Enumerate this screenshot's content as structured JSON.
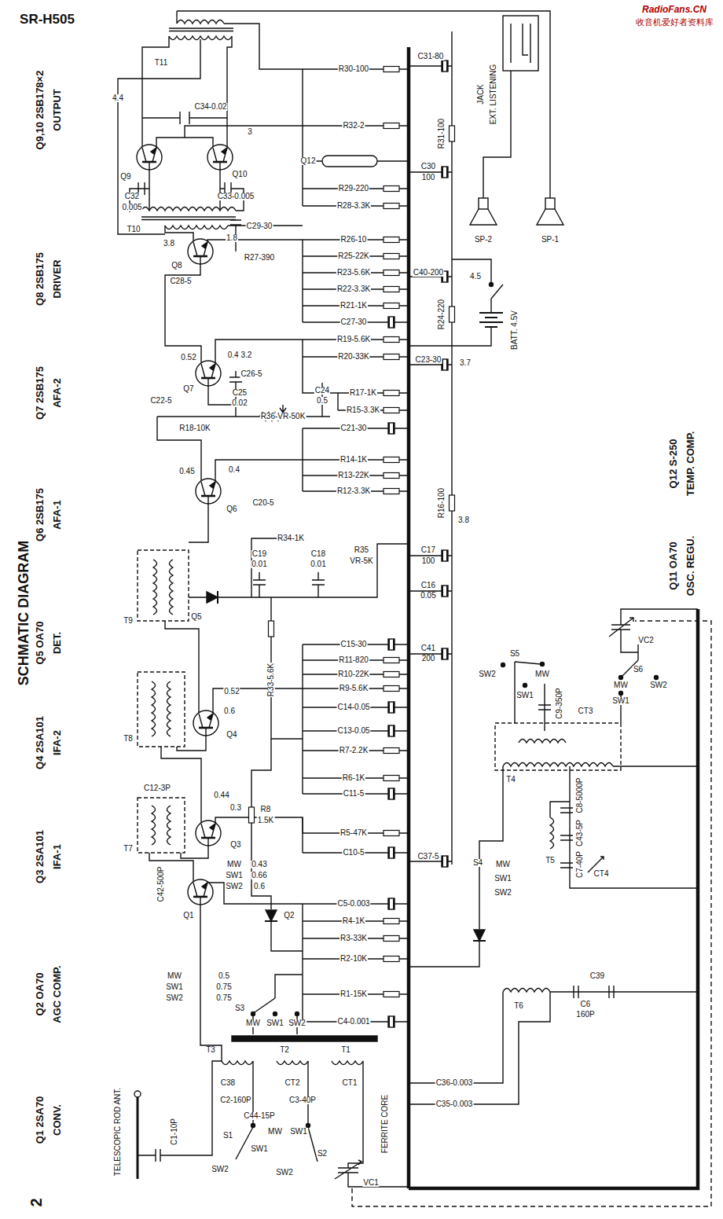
{
  "diagram": {
    "title": "SCHMATIC DIAGRAM",
    "labels": [
      "SR-H505",
      "Q9,10 2SB178×2",
      "OUTPUT",
      "Q8 2SB175",
      "DRIVER",
      "Q7 2SB175",
      "AFA-2",
      "Q6 2SB175",
      "AFA-1",
      "Q5 OA70",
      "DET.",
      "Q4 2SA101",
      "IFA-2",
      "Q3 2SA101",
      "IFA-1",
      "Q2 OA70",
      "AGC COMP.",
      "Q1 2SA70",
      "CONV.",
      "Q12 S-250",
      "TEMP. COMP.",
      "Q11 OA70",
      "OSC. REGU.",
      "2",
      "T11",
      "4.4",
      "C34-0.02",
      "R30-100",
      "C31-80",
      "R31-100",
      "R32-2",
      "3",
      "Q12",
      "C30",
      "100",
      "R29-220",
      "R28-3.3K",
      "Q9",
      "Q10",
      "C32",
      "0.005",
      "C33-0.005",
      "T10",
      "C29-30",
      "3.8",
      "Q8",
      "1.8",
      "R27-390",
      "R26-10",
      "R25-22K",
      "C28-5",
      "R23-5.6K",
      "C40-200",
      "4.5",
      "SP-2",
      "SP-1",
      "EXT. LISTENING",
      "JACK",
      "R22-3.3K",
      "R21-1K",
      "C27-30",
      "R24-220",
      "BATT. 4.5V",
      "3.7",
      "R19-5.6K",
      "R20-33K",
      "C23-30",
      "Q7",
      "0.4 3.2",
      "0.52",
      "C26-5",
      "C25",
      "0.02",
      "C24",
      "0.5",
      "R17-1K",
      "R36-VR-50K",
      "R18-10K",
      "C22-5",
      "R15-3.3K",
      "C21-30",
      "Q6",
      "0.4",
      "R14-1K",
      "R13-22K",
      "0.45",
      "R12-3.3K",
      "C20-5",
      "R16-100",
      "3.8",
      "Q5",
      "R34-1K",
      "C19",
      "0.01",
      "C18",
      "0.01",
      "R35",
      "VR-5K",
      "C17",
      "100",
      "C16",
      "0.05",
      "T9",
      "C15-30",
      "C41",
      "200",
      "R11-820",
      "R10-22K",
      "R9-5.6K",
      "R33-5.6K",
      "Q4",
      "0.52",
      "0.6",
      "T8",
      "C14-0.05",
      "C13-0.05",
      "R7-2.2K",
      "R6-1K",
      "C11-5",
      "0.3",
      "0.44",
      "C12-3P",
      "Q3",
      "R8",
      "1.5K",
      "T7",
      "R5-47K",
      "C10-5",
      "C37-5",
      "C42-500P",
      "Q2",
      "MW",
      "0.5",
      "SW1",
      "0.75",
      "SW2",
      "0.75",
      "C5-0.003",
      "R4-1K",
      "R3-33K",
      "R2-10K",
      "MW",
      "0.43",
      "SW1",
      "0.66",
      "SW2",
      "0.6",
      "Q1",
      "S3",
      "MW",
      "SW1",
      "SW2",
      "R1-15K",
      "C4-0.001",
      "C36-0.003",
      "C35-0.003",
      "T3",
      "C38",
      "C2-160P",
      "C44-15P",
      "C3-40P",
      "T2",
      "CT2",
      "T1",
      "CT1",
      "FERRITE CORE",
      "S1",
      "MW",
      "SW1",
      "SW1",
      "SW2",
      "SW2",
      "S2",
      "VC1",
      "C1-10P",
      "TELESCOPIC ROD ANT.",
      "S4",
      "MW",
      "SW1",
      "SW2",
      "T5",
      "C8-5000P",
      "C43-5P",
      "C7-40P",
      "CT4",
      "T4",
      "C9-350P",
      "CT3",
      "S5",
      "SW2",
      "MW",
      "SW1",
      "S6",
      "VC2",
      "MW",
      "SW2",
      "SW1",
      "T6",
      "C39",
      "C6",
      "160P",
      "RadioFans.CN",
      "收音机爱好者资料库"
    ]
  }
}
